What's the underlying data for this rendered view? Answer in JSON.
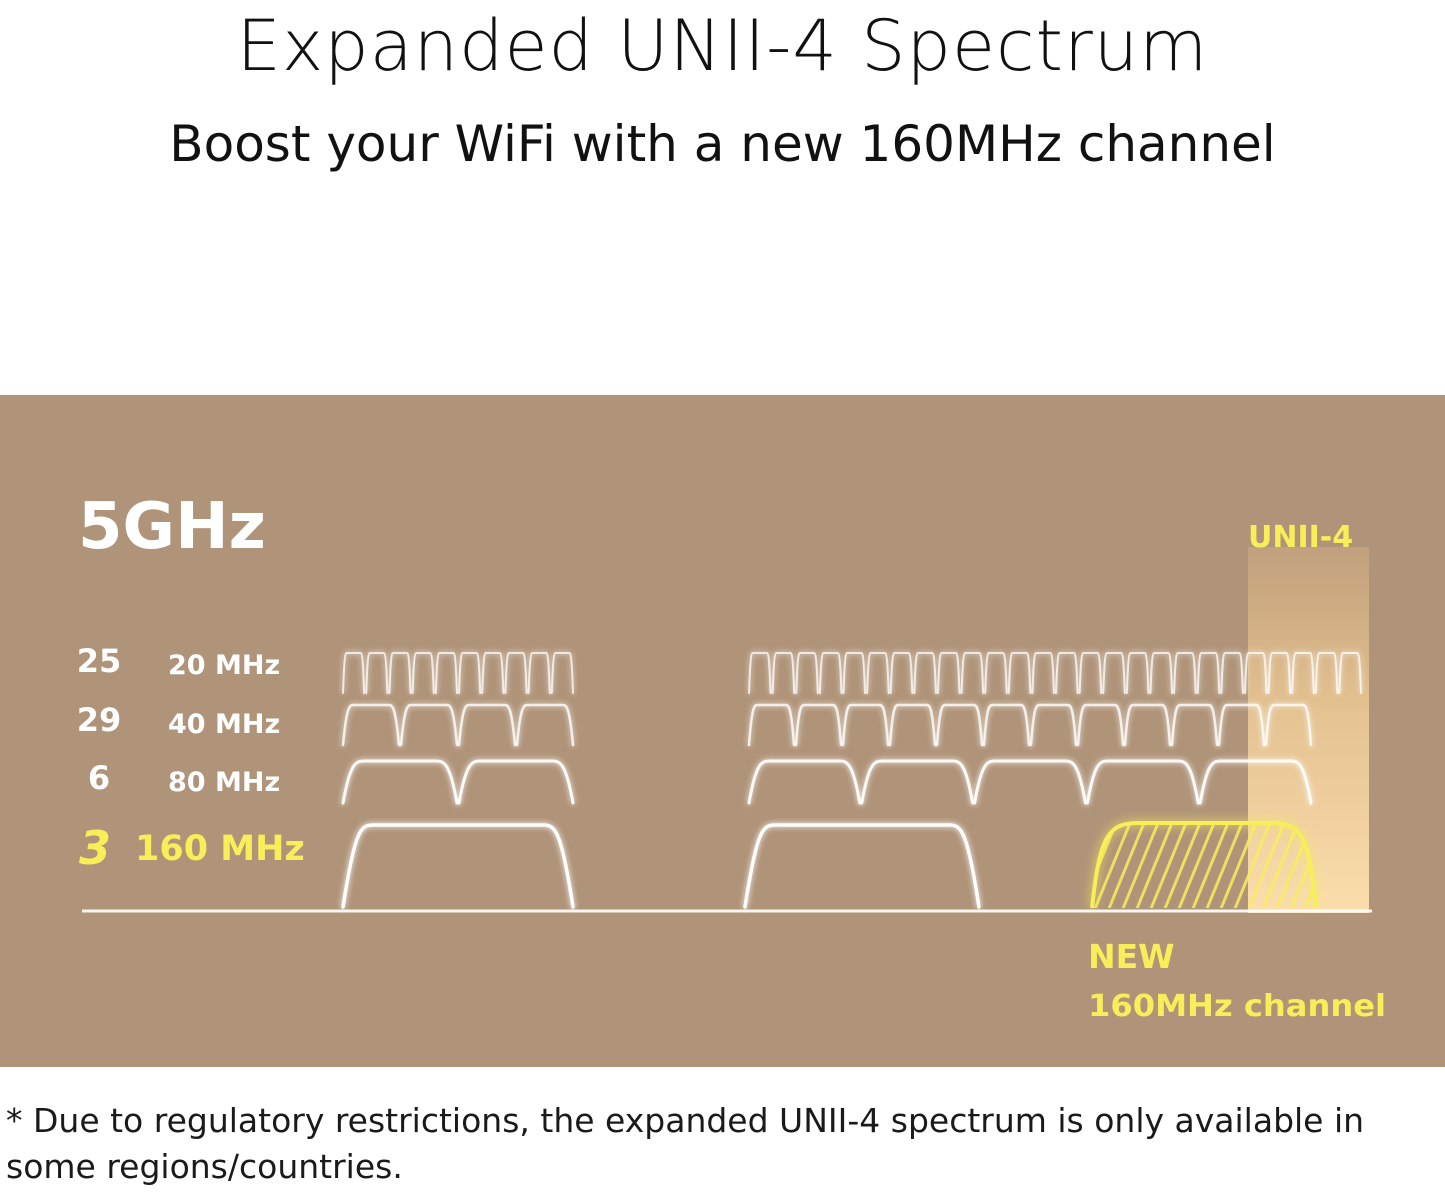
{
  "header": {
    "title": "Expanded UNII-4 Spectrum",
    "subtitle": "Boost your WiFi with a new 160MHz channel"
  },
  "diagram": {
    "band_label": "5GHz",
    "unii4_label": "UNII-4",
    "rows": [
      {
        "count": "25",
        "width": "20 MHz"
      },
      {
        "count": "29",
        "width": "40 MHz"
      },
      {
        "count": "6",
        "width": "80 MHz"
      },
      {
        "count": "3",
        "width": "160 MHz"
      }
    ],
    "new_channel_label": [
      "NEW",
      "160MHz channel"
    ],
    "colors": {
      "panel_background": "#b09479",
      "highlight_yellow": "#f7ef5a",
      "curve_white": "#ffffff",
      "unii4_zone": "#f3c98a"
    }
  },
  "footnote": "* Due to regulatory restrictions, the expanded UNII-4 spectrum is only available in some regions/countries."
}
